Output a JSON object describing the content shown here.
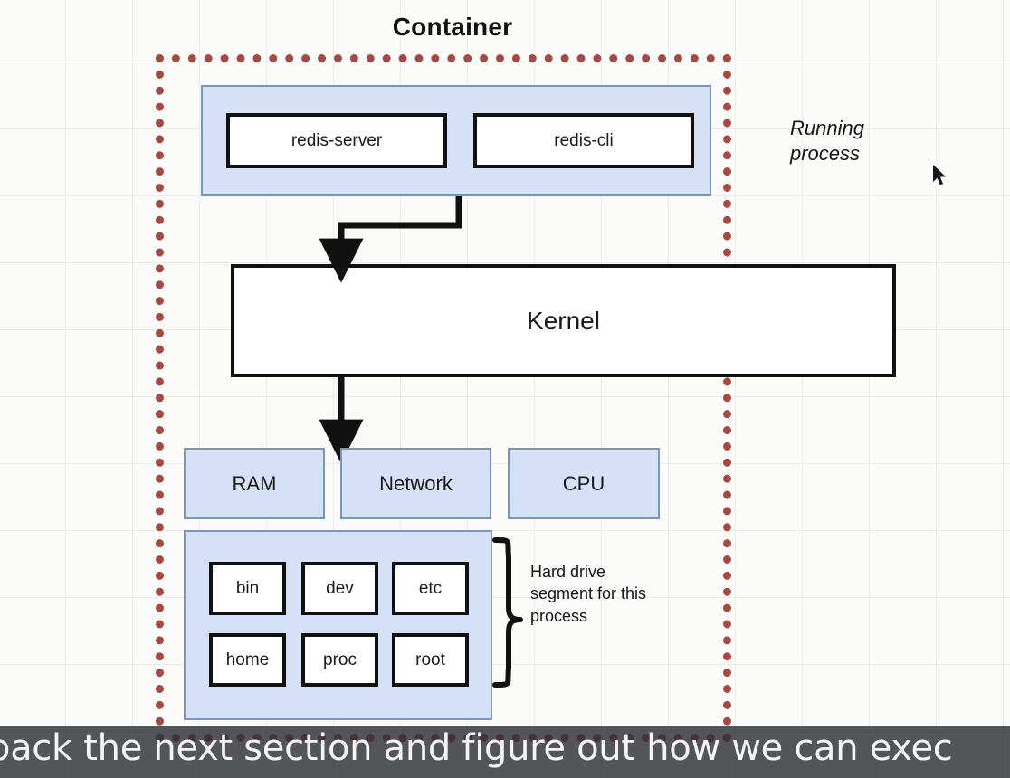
{
  "diagram": {
    "title": "Container",
    "kernel_label": "Kernel",
    "annotations": {
      "running_process": "Running\nprocess",
      "hard_drive": "Hard drive\nsegment for this\nprocess"
    },
    "process_group": {
      "processes": [
        {
          "label": "redis-server"
        },
        {
          "label": "redis-cli"
        }
      ]
    },
    "resources": [
      {
        "label": "RAM"
      },
      {
        "label": "Network"
      },
      {
        "label": "CPU"
      }
    ],
    "filesystem": {
      "directories": [
        {
          "label": "bin"
        },
        {
          "label": "dev"
        },
        {
          "label": "etc"
        },
        {
          "label": "home"
        },
        {
          "label": "proc"
        },
        {
          "label": "root"
        }
      ]
    },
    "colors": {
      "container_border": "#a34a43",
      "panel_fill": "#d4e1f6",
      "panel_border": "#7c95bd",
      "box_border": "#111111",
      "grid_line": "#ececec",
      "canvas": "#fbfbfa"
    },
    "icons": {
      "cursor": "mouse-cursor-arrow"
    }
  },
  "caption": {
    "text": "back the next section and figure out how we can exec"
  }
}
